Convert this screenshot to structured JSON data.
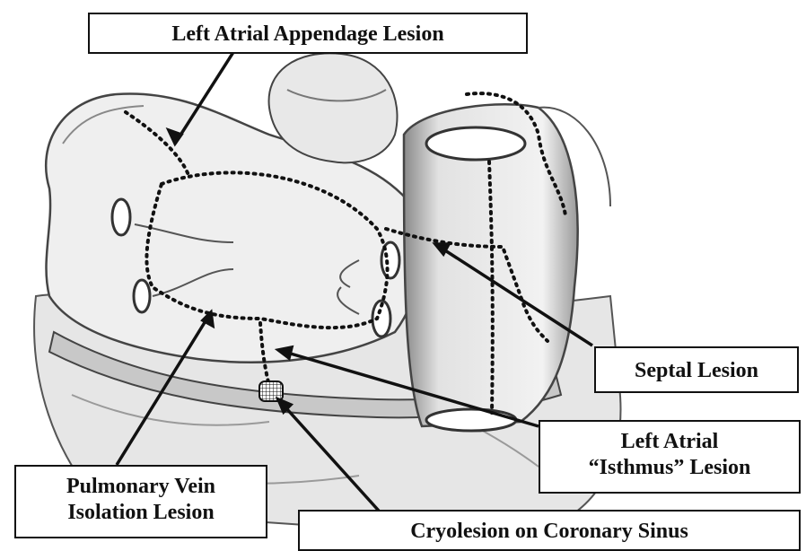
{
  "labels": {
    "appendage": "Left Atrial Appendage  Lesion",
    "septal": "Septal Lesion",
    "isthmus_line1": "Left Atrial",
    "isthmus_line2": "“Isthmus” Lesion",
    "pv_line1": "Pulmonary Vein",
    "pv_line2": "Isolation  Lesion",
    "cryo": "Cryolesion on Coronary Sinus"
  },
  "colors": {
    "ink": "#111111",
    "tissue": "#d9d9d9",
    "tissue_dark": "#9a9a9a",
    "background": "#ffffff"
  }
}
